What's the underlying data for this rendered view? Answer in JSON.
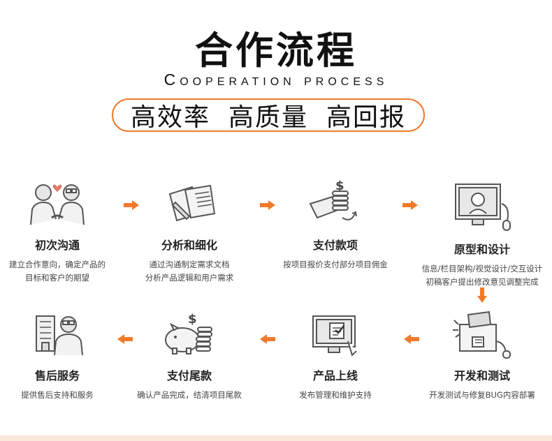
{
  "title": "合作流程",
  "subtitle": "Cooperation process",
  "slogan": [
    "高效率",
    "高质量",
    "高回报"
  ],
  "colors": {
    "accent": "#f07a2a",
    "text": "#222222",
    "icon": "#555555"
  },
  "steps": [
    {
      "name": "初次沟通",
      "desc1": "建立合作意向，确定产品的",
      "desc2": "目标和客户的期望",
      "icon": "handshake-icon"
    },
    {
      "name": "分析和细化",
      "desc1": "通过沟通制定需求文档",
      "desc2": "分析产品逻辑和用户需求",
      "icon": "documents-icon"
    },
    {
      "name": "支付款项",
      "desc1": "按项目报价支付部分项目佣金",
      "desc2": "",
      "icon": "payment-icon"
    },
    {
      "name": "原型和设计",
      "desc1": "信息/栏目架构/视觉设计/交互设计",
      "desc2": "初稿客户提出修改意见调整完成",
      "icon": "monitor-icon"
    },
    {
      "name": "开发和测试",
      "desc1": "开发测试与修复BUG内容部署",
      "desc2": "",
      "icon": "development-icon"
    },
    {
      "name": "产品上线",
      "desc1": "发布管理和维护支持",
      "desc2": "",
      "icon": "launch-icon"
    },
    {
      "name": "支付尾款",
      "desc1": "确认产品完成，结清项目尾款",
      "desc2": "",
      "icon": "piggy-bank-icon"
    },
    {
      "name": "售后服务",
      "desc1": "提供售后支持和服务",
      "desc2": "",
      "icon": "after-sales-icon"
    }
  ]
}
